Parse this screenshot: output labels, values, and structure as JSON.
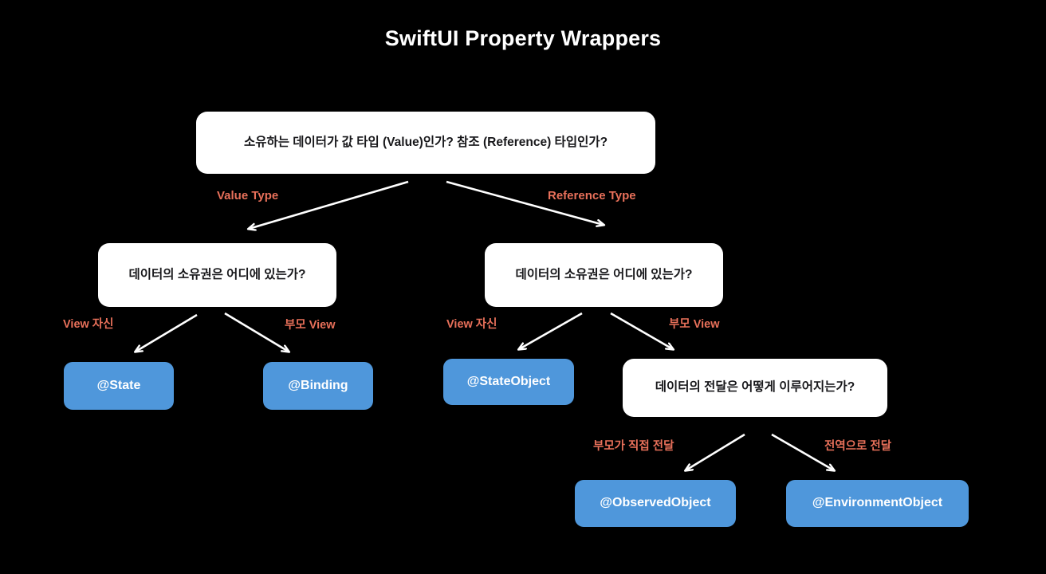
{
  "page": {
    "title": "SwiftUI Property Wrappers",
    "background_color": "#000000",
    "title_color": "#ffffff",
    "decision_node_color": "#ffffff",
    "decision_text_color": "#18181b",
    "leaf_node_color": "#4f97db",
    "leaf_text_color": "#ffffff",
    "edge_label_color": "#e8705a",
    "edge_line_color": "#ffffff"
  },
  "diagram": {
    "type": "decision-tree",
    "nodes": [
      {
        "id": "root",
        "kind": "decision",
        "label": "소유하는 데이터가 값 타입 (Value)인가? 참조 (Reference) 타입인가?"
      },
      {
        "id": "value-owner",
        "kind": "decision",
        "label": "데이터의 소유권은 어디에 있는가?"
      },
      {
        "id": "reference-owner",
        "kind": "decision",
        "label": "데이터의 소유권은 어디에 있는가?"
      },
      {
        "id": "state",
        "kind": "leaf",
        "label": "@State"
      },
      {
        "id": "binding",
        "kind": "leaf",
        "label": "@Binding"
      },
      {
        "id": "stateobject",
        "kind": "leaf",
        "label": "@StateObject"
      },
      {
        "id": "delivery",
        "kind": "decision",
        "label": "데이터의 전달은 어떻게 이루어지는가?"
      },
      {
        "id": "observedobject",
        "kind": "leaf",
        "label": "@ObservedObject"
      },
      {
        "id": "environmentobject",
        "kind": "leaf",
        "label": "@EnvironmentObject"
      }
    ],
    "edges": [
      {
        "from": "root",
        "to": "value-owner",
        "label": "Value Type"
      },
      {
        "from": "root",
        "to": "reference-owner",
        "label": "Reference Type"
      },
      {
        "from": "value-owner",
        "to": "state",
        "label": "View 자신"
      },
      {
        "from": "value-owner",
        "to": "binding",
        "label": "부모 View"
      },
      {
        "from": "reference-owner",
        "to": "stateobject",
        "label": "View 자신"
      },
      {
        "from": "reference-owner",
        "to": "delivery",
        "label": "부모 View"
      },
      {
        "from": "delivery",
        "to": "observedobject",
        "label": "부모가 직접 전달"
      },
      {
        "from": "delivery",
        "to": "environmentobject",
        "label": "전역으로 전달"
      }
    ]
  }
}
